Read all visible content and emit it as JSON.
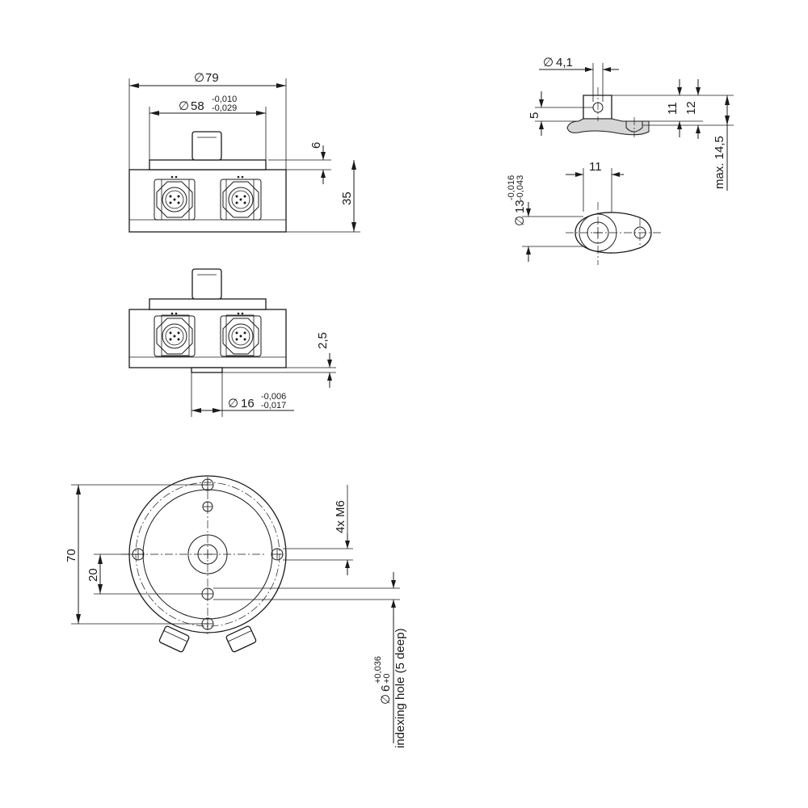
{
  "diameter_symbol": "∅",
  "front_view": {
    "outer_diameter": "79",
    "pilot_diameter": "58",
    "pilot_tol_upper": "-0,010",
    "pilot_tol_lower": "-0,029",
    "shaft_height": "6",
    "body_height": "35"
  },
  "second_view": {
    "protrusion": "2,5",
    "spigot_diameter": "16",
    "spigot_tol_upper": "-0,006",
    "spigot_tol_lower": "-0,017"
  },
  "bottom_view": {
    "overall": "70",
    "offset": "20",
    "thread": "4x M6",
    "hole_diameter": "6",
    "hole_tol_upper": "+0,036",
    "hole_tol_lower": "+0",
    "hole_note": "indexing hole (5 deep)"
  },
  "detail_side": {
    "hole_diameter": "4,1",
    "thickness": "5",
    "h1": "11",
    "h2": "12",
    "max_height": "max. 14,5"
  },
  "detail_top": {
    "width": "11",
    "bore_diameter": "13",
    "bore_tol_upper": "-0,016",
    "bore_tol_lower": "-0,043"
  },
  "colors": {
    "line": "#1a1a1a",
    "shade": "#d6d6d6",
    "background": "#ffffff"
  }
}
